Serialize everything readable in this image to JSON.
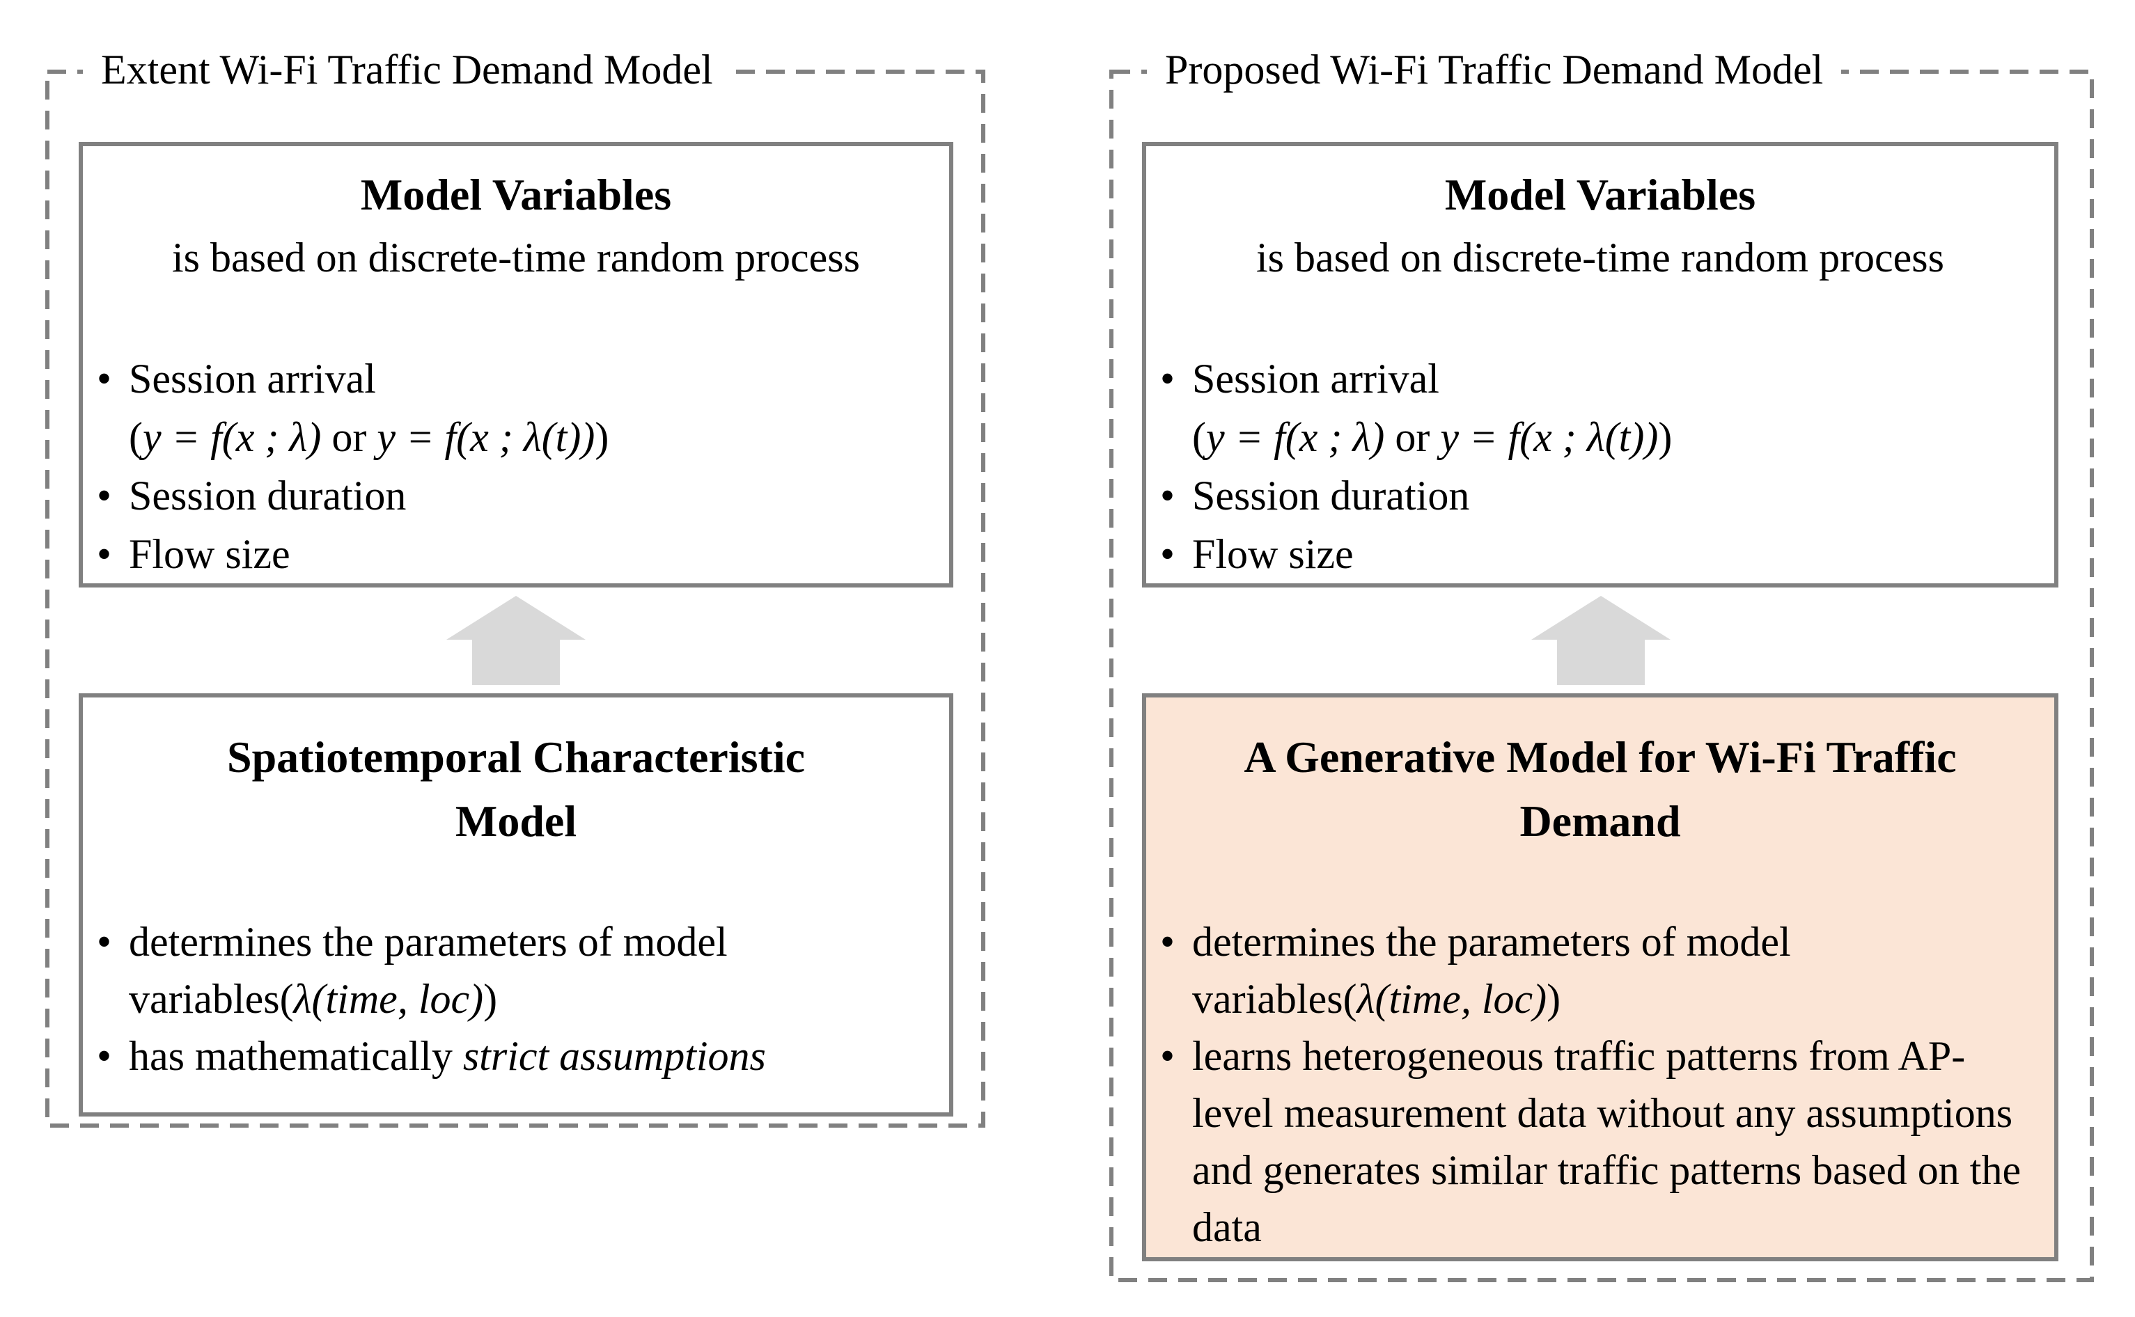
{
  "ui": {
    "bullet": "•"
  },
  "colors": {
    "border_gray": "#808080",
    "arrow_gray": "#d9d9d9",
    "highlight_bg": "#fbe5d6",
    "box_bg": "#ffffff",
    "text": "#000000"
  },
  "left_panel": {
    "title": "Extent Wi-Fi Traffic Demand Model",
    "model_variables_box": {
      "heading": "Model Variables",
      "subtitle": "is based on discrete-time random process",
      "session_arrival": "Session arrival",
      "formula": {
        "open": "(",
        "part1": "y = f(x ; λ)",
        "conj": " or ",
        "part2": "y = f(x ; λ(t))",
        "close": ")"
      },
      "session_duration": "Session duration",
      "flow_size": "Flow size"
    },
    "bottom_box": {
      "heading_line1": "Spatiotemporal Characteristic",
      "heading_line2": "Model",
      "bullet1": {
        "prefix": "determines the parameters of model variables(",
        "math": "λ(time, loc)",
        "suffix": ")"
      },
      "bullet2": {
        "prefix": "has mathematically ",
        "italic": "strict assumptions"
      }
    }
  },
  "right_panel": {
    "title": "Proposed Wi-Fi Traffic Demand Model",
    "model_variables_box": {
      "heading": "Model Variables",
      "subtitle": "is based on discrete-time random process",
      "session_arrival": "Session arrival",
      "formula": {
        "open": "(",
        "part1": "y = f(x ; λ)",
        "conj": " or ",
        "part2": "y = f(x ; λ(t))",
        "close": ")"
      },
      "session_duration": "Session duration",
      "flow_size": "Flow size"
    },
    "bottom_box": {
      "heading_line1": "A Generative Model for Wi-Fi Traffic",
      "heading_line2": "Demand",
      "bullet1": {
        "prefix": "determines the parameters of model variables(",
        "math": "λ(time, loc)",
        "suffix": ")"
      },
      "bullet2": {
        "text": "learns heterogeneous traffic patterns from AP-level measurement data without any assumptions and generates similar traffic patterns based on the data"
      }
    }
  }
}
